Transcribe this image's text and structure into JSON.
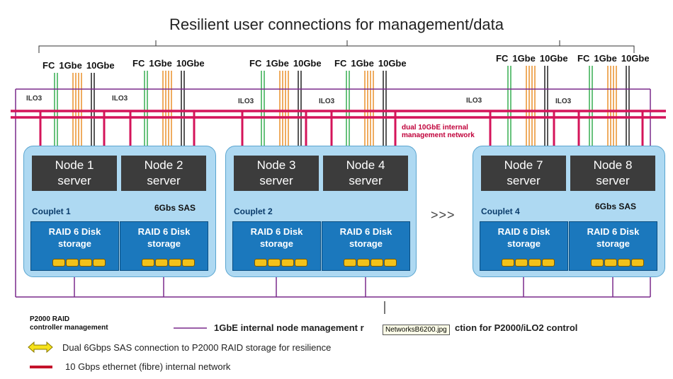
{
  "title": "Resilient user connections for management/data",
  "port_groups": [
    {
      "fc": "FC",
      "g1": "1Gbe",
      "g10": "10Gbe"
    },
    {
      "fc": "FC",
      "g1": "1Gbe",
      "g10": "10Gbe"
    },
    {
      "fc": "FC",
      "g1": "1Gbe",
      "g10": "10Gbe"
    },
    {
      "fc": "FC",
      "g1": "1Gbe",
      "g10": "10Gbe"
    },
    {
      "fc": "FC",
      "g1": "1Gbe",
      "g10": "10Gbe"
    },
    {
      "fc": "FC",
      "g1": "1Gbe",
      "g10": "10Gbe"
    }
  ],
  "ilo_label": "ILO3",
  "internal_network_label": "dual 10GbE internal management network",
  "couplets": [
    {
      "label": "Couplet 1",
      "nodes": [
        {
          "line1": "Node 1",
          "line2": "server"
        },
        {
          "line1": "Node 2",
          "line2": "server"
        }
      ]
    },
    {
      "label": "Couplet 2",
      "nodes": [
        {
          "line1": "Node 3",
          "line2": "server"
        },
        {
          "line1": "Node 4",
          "line2": "server"
        }
      ]
    },
    {
      "label": "Couplet 4",
      "nodes": [
        {
          "line1": "Node 7",
          "line2": "server"
        },
        {
          "line1": "Node 8",
          "line2": "server"
        }
      ]
    }
  ],
  "raid": {
    "line1": "RAID 6 Disk",
    "line2": "storage"
  },
  "sas_label": "6Gbs SAS",
  "continuation": ">>>",
  "p2000": {
    "line1": "P2000 RAID",
    "line2": "controller management"
  },
  "legend": {
    "mgmt_a": "1GbE internal node management r",
    "mgmt_b": "ction for P2000/iLO2 control",
    "sas": "Dual 6Gbps SAS connection to P2000 RAID storage for resilience",
    "network": "10 Gbps ethernet (fibre) internal network"
  },
  "tooltip": "NetworksB6200.jpg",
  "colors": {
    "ethernet_red": "#d4145a",
    "purple_mgmt": "#7a2a8c",
    "fc_green": "#27a844",
    "gbe_orange": "#e8891c",
    "gbe10_black": "#111111",
    "couplet_fill": "#aed9f2",
    "raid_blue": "#1b78bd",
    "node_gray": "#3c3c3c",
    "sas_yellow": "#f6e21a"
  }
}
